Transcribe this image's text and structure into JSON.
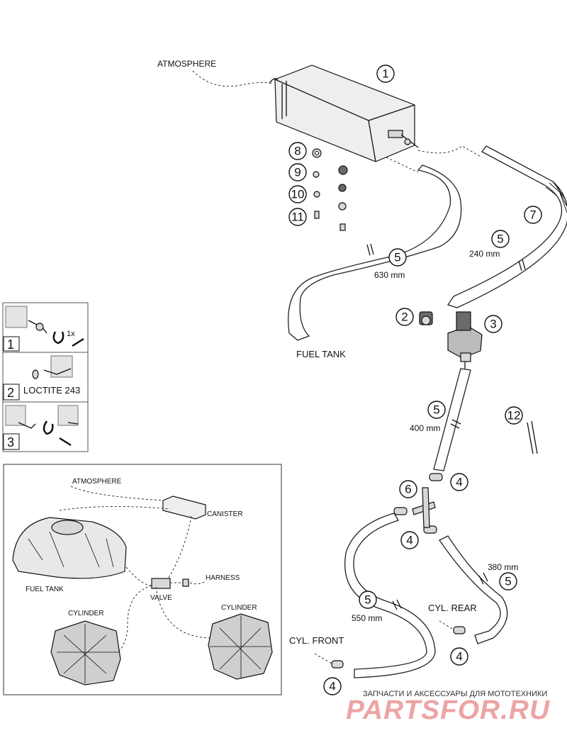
{
  "labels": {
    "atmosphere": "ATMOSPHERE",
    "fuel_tank": "FUEL TANK",
    "len_630": "630 mm",
    "len_240": "240 mm",
    "len_400": "400 mm",
    "len_380": "380 mm",
    "len_550": "550 mm",
    "cyl_front": "CYL. FRONT",
    "cyl_rear": "CYL. REAR"
  },
  "part_numbers": {
    "p1": "1",
    "p2": "2",
    "p3": "3",
    "p4": "4",
    "p5": "5",
    "p6": "6",
    "p7": "7",
    "p8": "8",
    "p9": "9",
    "p10": "10",
    "p11": "11",
    "p12": "12"
  },
  "steps": {
    "step1_number": "1",
    "step1_note": "1x",
    "step2_number": "2",
    "step2_text": "LOCTITE 243",
    "step3_number": "3"
  },
  "overview": {
    "atmosphere": "ATMOSPHERE",
    "canister": "CANISTER",
    "fuel_tank": "FUEL TANK",
    "harness": "HARNESS",
    "valve": "VALVE",
    "cylinder_left": "CYLINDER",
    "cylinder_right": "CYLINDER"
  },
  "watermark": {
    "caption": "ЗАПЧАСТИ И АКСЕССУАРЫ ДЛЯ МОТОТЕХНИКИ",
    "logo": "PARTSFOR.RU",
    "caption_color": "#333333",
    "logo_color": "#e05a5a"
  }
}
